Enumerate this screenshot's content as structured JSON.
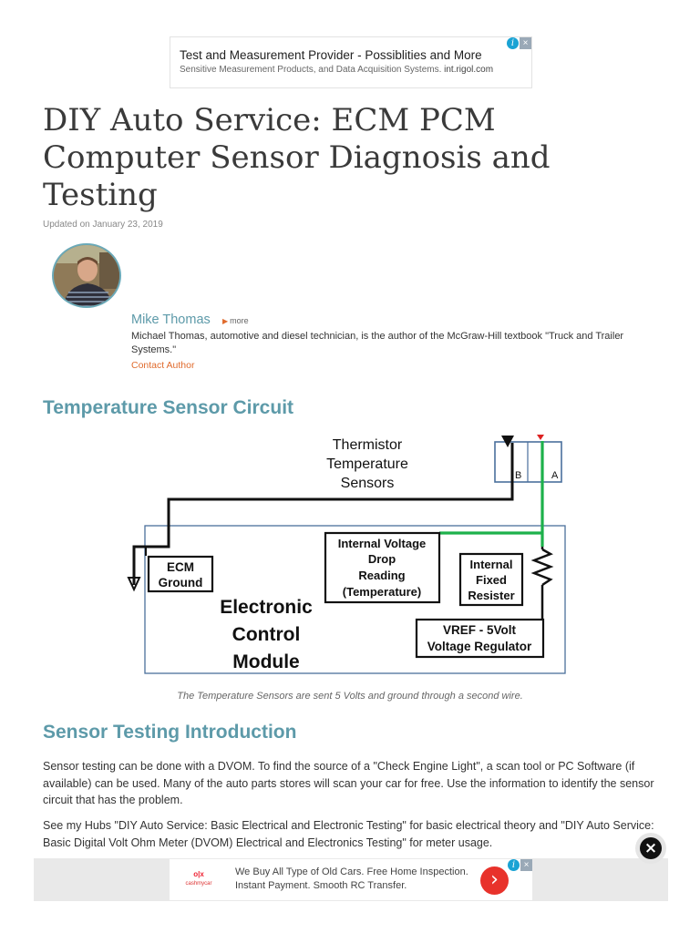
{
  "top_ad": {
    "title": "Test and Measurement Provider - Possiblities and More",
    "subtitle": "Sensitive Measurement Products, and Data Acquisition Systems.",
    "url": "int.rigol.com"
  },
  "article": {
    "title": "DIY Auto Service: ECM PCM Computer Sensor Diagnosis and Testing",
    "updated": "Updated on January 23, 2019"
  },
  "author": {
    "name": "Mike Thomas",
    "more": "more",
    "bio": "Michael Thomas, automotive and diesel technician, is the author of the McGraw-Hill textbook \"Truck and Trailer Systems.\"",
    "contact": "Contact Author"
  },
  "sections": {
    "temp_heading": "Temperature Sensor Circuit",
    "intro_heading": "Sensor Testing Introduction"
  },
  "diagram": {
    "thermistor_line1": "Thermistor",
    "thermistor_line2": "Temperature",
    "thermistor_line3": "Sensors",
    "pin_b": "B",
    "pin_a": "A",
    "ecm_ground_1": "ECM",
    "ecm_ground_2": "Ground",
    "ivd_1": "Internal Voltage",
    "ivd_2": "Drop",
    "ivd_3": "Reading",
    "ivd_4": "(Temperature)",
    "ifr_1": "Internal",
    "ifr_2": "Fixed",
    "ifr_3": "Resister",
    "ecm_1": "Electronic",
    "ecm_2": "Control",
    "ecm_3": "Module",
    "vref_1": "VREF - 5Volt",
    "vref_2": "Voltage Regulator"
  },
  "caption": "The Temperature Sensors are sent 5 Volts and ground through a second wire.",
  "paragraphs": {
    "p1": "Sensor testing can be done with a DVOM. To find the source of a \"Check Engine Light\", a scan tool or PC Software (if available) can be used. Many of the auto parts stores will scan your car for free. Use the information to identify the sensor circuit that has the problem.",
    "p2": "See my Hubs \"DIY Auto Service: Basic Electrical and Electronic Testing\" for basic electrical theory and \"DIY Auto Service: Basic Digital Volt Ohm Meter (DVOM) Electrical and Electronics Testing\" for meter usage."
  },
  "bottom_ad": {
    "logo_top": "o|x",
    "logo_bottom": "cashmycar",
    "text": "We Buy All Type of Old Cars. Free Home Inspection. Instant Payment. Smooth RC Transfer.",
    "arrow": "›"
  },
  "controls": {
    "close_glyph": "×",
    "adinfo_glyph": "i",
    "adclose_glyph": "×"
  },
  "colors": {
    "accent": "#5d9aa9",
    "link_orange": "#e06b2d",
    "wire_green": "#1db14b",
    "wire_black": "#111111",
    "box_blue": "#4a6f9c"
  }
}
